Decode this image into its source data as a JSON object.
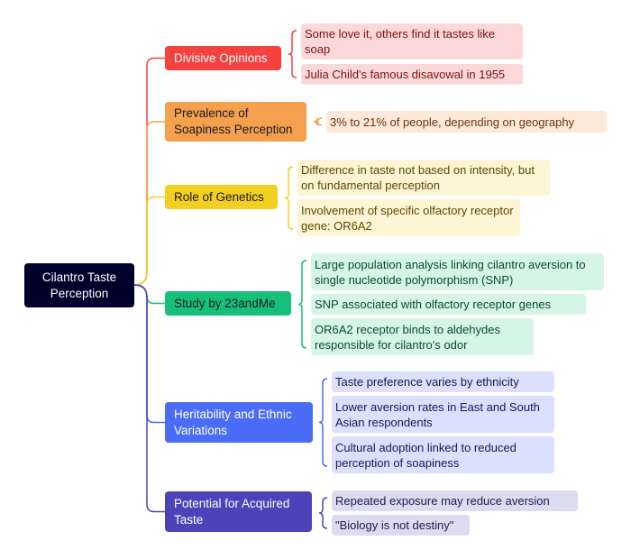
{
  "root": {
    "label": "Cilantro Taste Perception",
    "color": "#00002a"
  },
  "branches": [
    {
      "label": "Divisive Opinions",
      "color": "#f5423f",
      "text_color": "#ffffff",
      "leaf_bg": "#fcd9d9",
      "leaf_text": "#7a1010",
      "leaves": [
        "Some love it, others find it tastes like soap",
        "Julia Child's famous disavowal in 1955"
      ]
    },
    {
      "label": "Prevalence of Soapiness Perception",
      "color": "#f5a04f",
      "text_color": "#1a1a1a",
      "leaf_bg": "#fde9d9",
      "leaf_text": "#6a3310",
      "leaves": [
        "3% to 21% of people, depending on geography"
      ]
    },
    {
      "label": "Role of Genetics",
      "color": "#f2d022",
      "text_color": "#1a1a1a",
      "leaf_bg": "#fdf5d3",
      "leaf_text": "#5a4a00",
      "leaves": [
        "Difference in taste not based on intensity, but on fundamental perception",
        "Involvement of specific olfactory receptor gene: OR6A2"
      ]
    },
    {
      "label": "Study by 23andMe",
      "color": "#16c07a",
      "text_color": "#1a1a1a",
      "leaf_bg": "#d5f5e6",
      "leaf_text": "#0b4a30",
      "leaves": [
        "Large population analysis linking cilantro aversion to single nucleotide polymorphism (SNP)",
        "SNP associated with olfactory receptor genes",
        "OR6A2 receptor binds to aldehydes responsible for cilantro's odor"
      ]
    },
    {
      "label": "Heritability and Ethnic Variations",
      "color": "#4a6cf7",
      "text_color": "#ffffff",
      "leaf_bg": "#dbe1fd",
      "leaf_text": "#101a50",
      "leaves": [
        "Taste preference varies by ethnicity",
        "Lower aversion rates in East and South Asian respondents",
        "Cultural adoption linked to reduced perception of soapiness"
      ]
    },
    {
      "label": "Potential for Acquired Taste",
      "color": "#4a44b8",
      "text_color": "#ffffff",
      "leaf_bg": "#dddbf0",
      "leaf_text": "#1e1a4a",
      "leaves": [
        "Repeated exposure may reduce aversion",
        "\"Biology is not destiny\""
      ]
    }
  ]
}
